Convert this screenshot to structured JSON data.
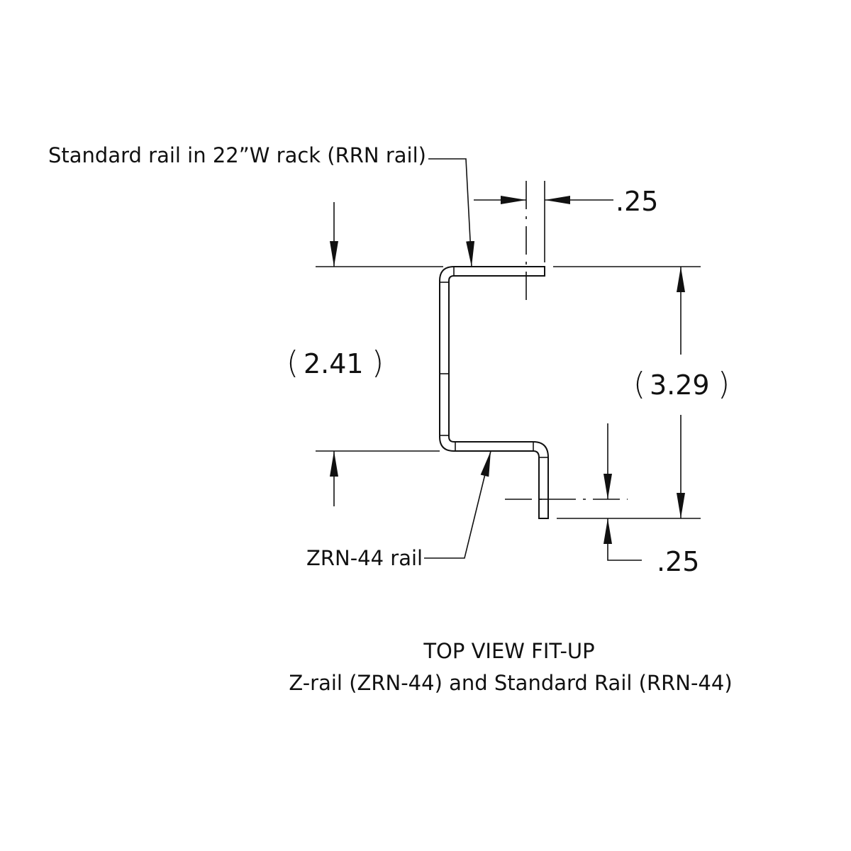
{
  "labels": {
    "standard_rail": "Standard rail in 22”W rack (RRN rail)",
    "zrn_rail": "ZRN-44 rail"
  },
  "dimensions": {
    "top_offset": ".25",
    "bottom_offset": ".25",
    "zrail_depth": "2.41",
    "overall_depth": "3.29"
  },
  "caption": {
    "line1": "TOP VIEW FIT-UP",
    "line2": "Z-rail (ZRN-44) and Standard Rail (RRN-44)"
  }
}
